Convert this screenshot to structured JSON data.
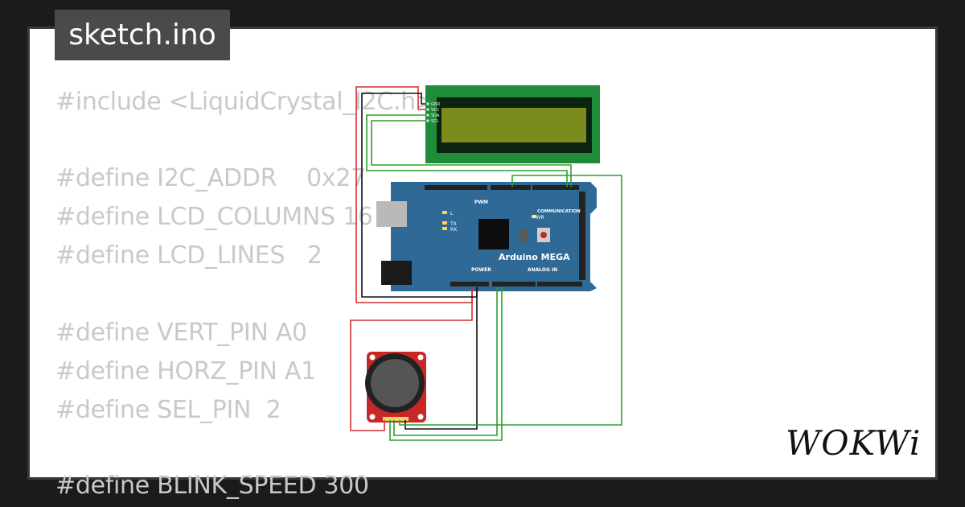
{
  "tab": {
    "filename": "sketch.ino"
  },
  "code_lines": [
    "#include <LiquidCrystal_I2C.h>",
    "",
    "#define I2C_ADDR    0x27",
    "#define LCD_COLUMNS 16",
    "#define LCD_LINES   2",
    "",
    "#define VERT_PIN A0",
    "#define HORZ_PIN A1",
    "#define SEL_PIN  2",
    "",
    "#define BLINK_SPEED 300"
  ],
  "lcd": {
    "pins": [
      "GND",
      "VCC",
      "SDA",
      "SCL"
    ]
  },
  "arduino": {
    "label": "Arduino MEGA",
    "pwm_label": "PWM",
    "communication_label": "COMMUNICATION",
    "power_label": "POWER",
    "analog_label": "ANALOG IN",
    "led_l": "L",
    "led_tx": "TX",
    "led_rx": "RX",
    "led_pwr": "PWR"
  },
  "brand": {
    "logo_text": "WOKWi"
  },
  "colors": {
    "wire_red": "#d32f2f",
    "wire_black": "#111111",
    "wire_green": "#2e9e2e",
    "board_blue": "#2f6996",
    "lcd_green": "#1e8c3a"
  }
}
